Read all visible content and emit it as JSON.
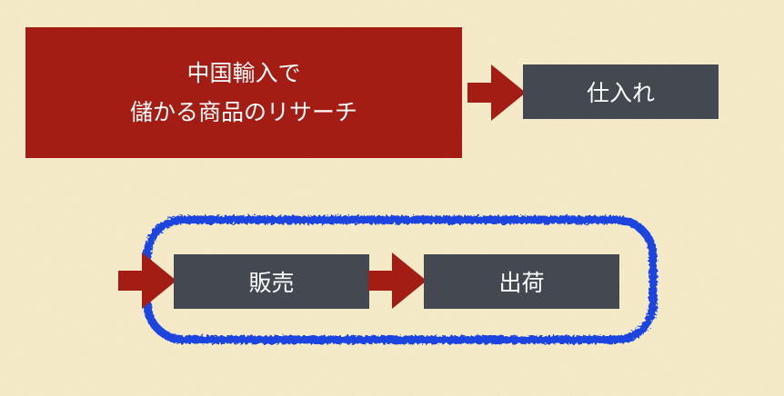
{
  "nodes": {
    "research": {
      "line1": "中国輸入で",
      "line2": "儲かる商品のリサーチ"
    },
    "shiire": "仕入れ",
    "hanbai": "販売",
    "shukka": "出荷"
  },
  "colors": {
    "background": "#f6ecca",
    "red_box": "#a41d14",
    "dark_box": "#434851",
    "arrow": "#a41d14",
    "loop_outline": "#1f44e0"
  },
  "icons": {
    "arrow": "right-arrow-icon"
  }
}
